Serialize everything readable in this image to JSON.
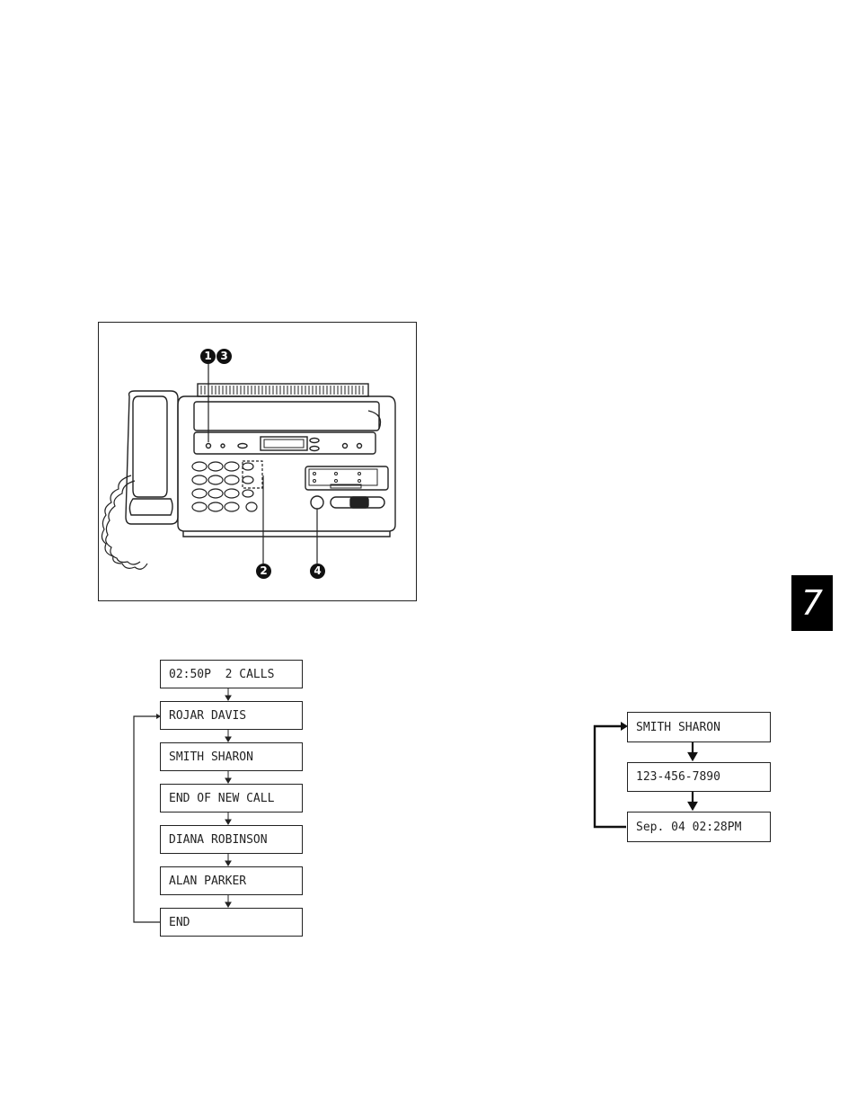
{
  "figure": {
    "callouts": {
      "c1": "1",
      "c3": "3",
      "c2": "2",
      "c4": "4"
    }
  },
  "chapter_tab": {
    "label": "7"
  },
  "flow_left": {
    "displays": [
      "02:50P  2 CALLS",
      "ROJAR DAVIS",
      "SMITH SHARON",
      "END OF NEW CALL",
      "DIANA ROBINSON",
      "ALAN PARKER",
      "END"
    ]
  },
  "flow_right": {
    "displays": [
      "SMITH SHARON",
      "123-456-7890",
      "Sep. 04 02:28PM"
    ]
  }
}
